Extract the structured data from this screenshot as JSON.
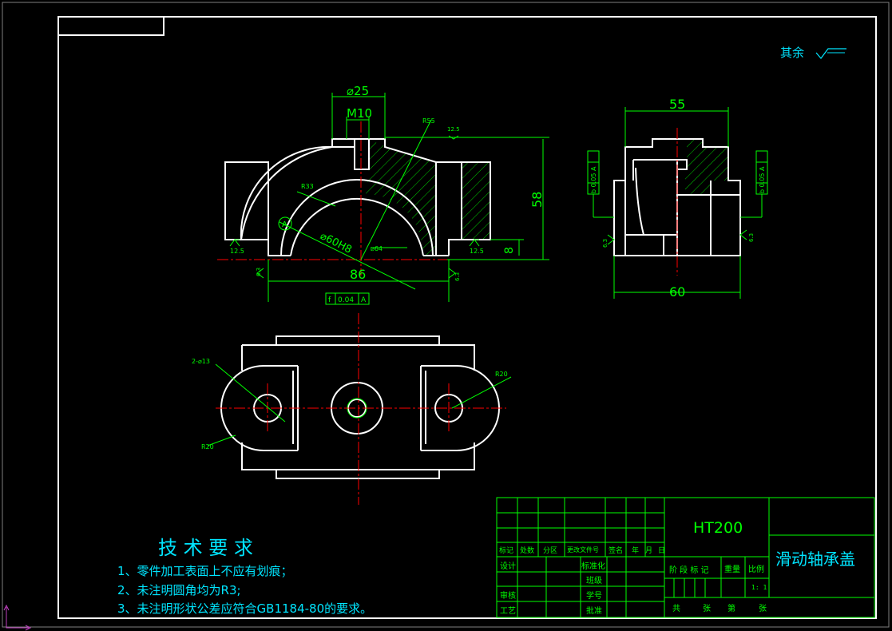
{
  "colors": {
    "background": "#000000",
    "outline": "#ffffff",
    "dimension": "#00ff00",
    "hatch": "#00ff00",
    "centerline": "#ff0000",
    "text_cyan": "#00e5ff",
    "frame_gray": "#808080"
  },
  "roughness_note": "其余",
  "dimensions": {
    "dia25": "⌀25",
    "m10": "M10",
    "r55": "R55",
    "r33": "R33",
    "dia60h8": "⌀60H8",
    "dia64": "⌀64",
    "d86": "86",
    "d58": "58",
    "d8": "8",
    "d55": "55",
    "d60": "60",
    "hole_2x13": "2-⌀13",
    "r20_left": "R20",
    "r20_right": "R20",
    "rough_12_5_a": "12.5",
    "rough_12_5_b": "12.5",
    "rough_12_5_c": "12.5",
    "rough_6_3_a": "6.3",
    "rough_6_3_b": "6.3",
    "rough_6_3_c": "6.3",
    "rough_6_3_d": "6.3",
    "datum_circle": "A",
    "tol_symbol": "f",
    "tol_value": "0.04",
    "tol_datum": "A",
    "tol_left_vertical": "b 0.05 A",
    "tol_right_vertical": "b 0.05 A"
  },
  "tech_requirements": {
    "title": "技 术 要 求",
    "items": [
      "1、零件加工表面上不应有划痕；",
      "2、未注明圆角均为R3;",
      "3、未注明形状公差应符合GB1184-80的要求。"
    ]
  },
  "title_block": {
    "material": "HT200",
    "part_name": "滑动轴承盖",
    "row_labels": [
      "标记",
      "处数",
      "分区",
      "更改文件号",
      "签名",
      "年",
      "月",
      "日"
    ],
    "design": "设计",
    "standardize": "标准化",
    "class": "班级",
    "student_id": "学号",
    "review": "审核",
    "process": "工艺",
    "approve": "批准",
    "stage_label": "阶 段 标 记",
    "weight_label": "重量",
    "scale_label": "比例",
    "scale_value": "1: 1",
    "total_label": "共",
    "sheets_label": "张",
    "sheet_no_label": "第",
    "sheet_label": "张"
  }
}
